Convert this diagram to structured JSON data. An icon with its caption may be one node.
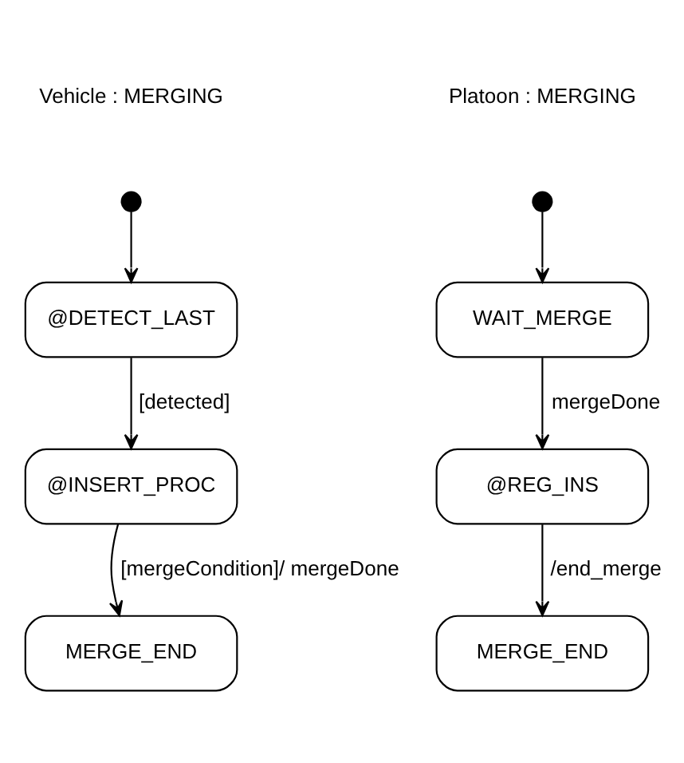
{
  "diagram": {
    "nodes": [
      {
        "text": [],
        "shape": "circle"
      },
      {
        "text": [
          "@DETECT_LAST"
        ]
      },
      {
        "text": [
          "@INSERT_PROC"
        ]
      },
      {
        "text": [
          "MERGE_END"
        ]
      },
      {
        "text": [],
        "shape": "circle"
      },
      {
        "text": [
          "WAIT_MERGE"
        ]
      },
      {
        "text": [
          "@REG_INS"
        ]
      },
      {
        "text": [
          "MERGE_END"
        ]
      }
    ],
    "edges": [
      {
        "from": 0,
        "to": 1,
        "arrow": "to"
      },
      {
        "from": 1,
        "to": 2,
        "arrow": "to",
        "label": "[detected]"
      },
      {
        "from": 2,
        "to": 3,
        "arrow": "to",
        "label": "[mergeCondition]/ mergeDone"
      },
      {
        "from": 4,
        "to": 5,
        "arrow": "to"
      },
      {
        "from": 5,
        "to": 6,
        "arrow": "to",
        "label": "mergeDone"
      },
      {
        "from": 6,
        "to": 7,
        "arrow": "to",
        "label": "/end_merge"
      }
    ],
    "labels": [
      "Vehicle : MERGING",
      "Platoon : MERGING"
    ]
  }
}
